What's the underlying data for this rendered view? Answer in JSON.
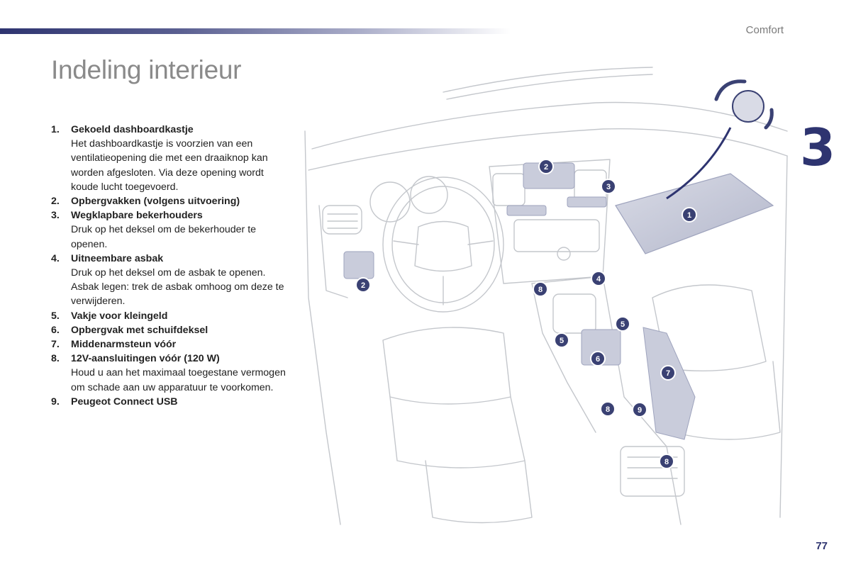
{
  "header": {
    "section_label": "Comfort",
    "chapter_number": "3"
  },
  "page": {
    "title": "Indeling interieur",
    "number": "77"
  },
  "items": [
    {
      "num": "1.",
      "title": "Gekoeld dashboardkastje",
      "desc": "Het dashboardkastje is voorzien van een ventilatieopening die met een draaiknop kan worden afgesloten. Via deze opening wordt koude lucht toegevoerd."
    },
    {
      "num": "2.",
      "title": "Opbergvakken (volgens uitvoering)",
      "desc": ""
    },
    {
      "num": "3.",
      "title": "Wegklapbare bekerhouders",
      "desc": "Druk op het deksel om de bekerhouder te openen."
    },
    {
      "num": "4.",
      "title": "Uitneembare asbak",
      "desc": "Druk op het deksel om de asbak te openen. Asbak legen: trek de asbak omhoog om deze te verwijderen."
    },
    {
      "num": "5.",
      "title": "Vakje voor kleingeld",
      "desc": ""
    },
    {
      "num": "6.",
      "title": "Opbergvak met schuifdeksel",
      "desc": ""
    },
    {
      "num": "7.",
      "title": "Middenarmsteun vóór",
      "desc": ""
    },
    {
      "num": "8.",
      "title": "12V-aansluitingen vóór (120 W)",
      "desc": "Houd u aan het maximaal toegestane vermogen om schade aan uw apparatuur te voorkomen."
    },
    {
      "num": "9.",
      "title": "Peugeot Connect USB",
      "desc": ""
    }
  ],
  "callouts": [
    "1",
    "2",
    "2",
    "3",
    "4",
    "5",
    "5",
    "6",
    "7",
    "8",
    "8",
    "8",
    "9"
  ],
  "colors": {
    "accent": "#2e3470",
    "title_gray": "#8a8a8a",
    "line_gray": "#c4c7cc",
    "highlight": "#c9ccdb"
  }
}
